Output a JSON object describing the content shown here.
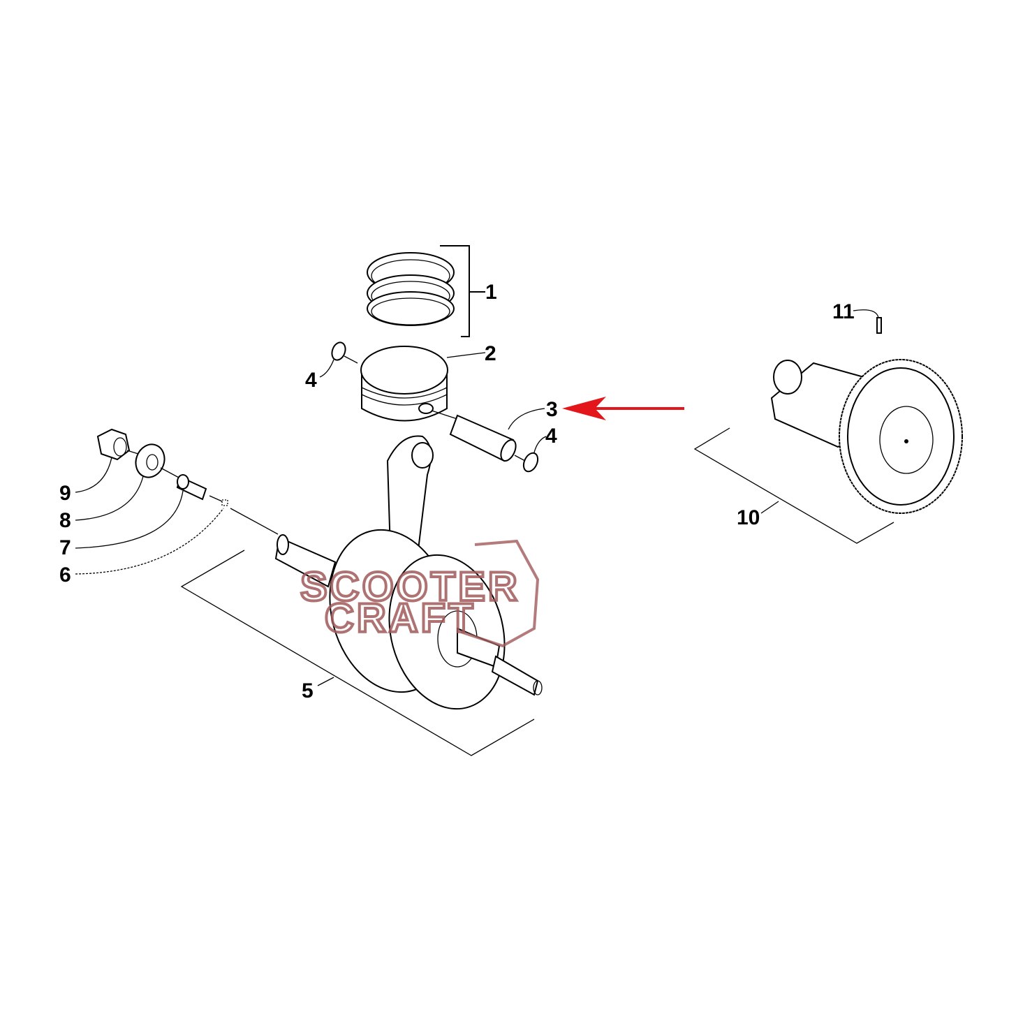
{
  "diagram": {
    "callouts": [
      {
        "id": "1",
        "label": "1",
        "part": "piston-ring-set"
      },
      {
        "id": "2",
        "label": "2",
        "part": "piston"
      },
      {
        "id": "3",
        "label": "3",
        "part": "piston-pin"
      },
      {
        "id": "4a",
        "label": "4",
        "part": "circlip"
      },
      {
        "id": "4b",
        "label": "4",
        "part": "circlip"
      },
      {
        "id": "5",
        "label": "5",
        "part": "crankshaft-assembly"
      },
      {
        "id": "6",
        "label": "6",
        "part": "key"
      },
      {
        "id": "7",
        "label": "7",
        "part": "pin"
      },
      {
        "id": "8",
        "label": "8",
        "part": "washer"
      },
      {
        "id": "9",
        "label": "9",
        "part": "nut"
      },
      {
        "id": "10",
        "label": "10",
        "part": "balancer-shaft-assembly"
      },
      {
        "id": "11",
        "label": "11",
        "part": "dowel-pin"
      }
    ],
    "highlight_color": "#e3161b"
  },
  "watermark": {
    "line1": "SCOOTER",
    "line2": "CRAFT"
  }
}
